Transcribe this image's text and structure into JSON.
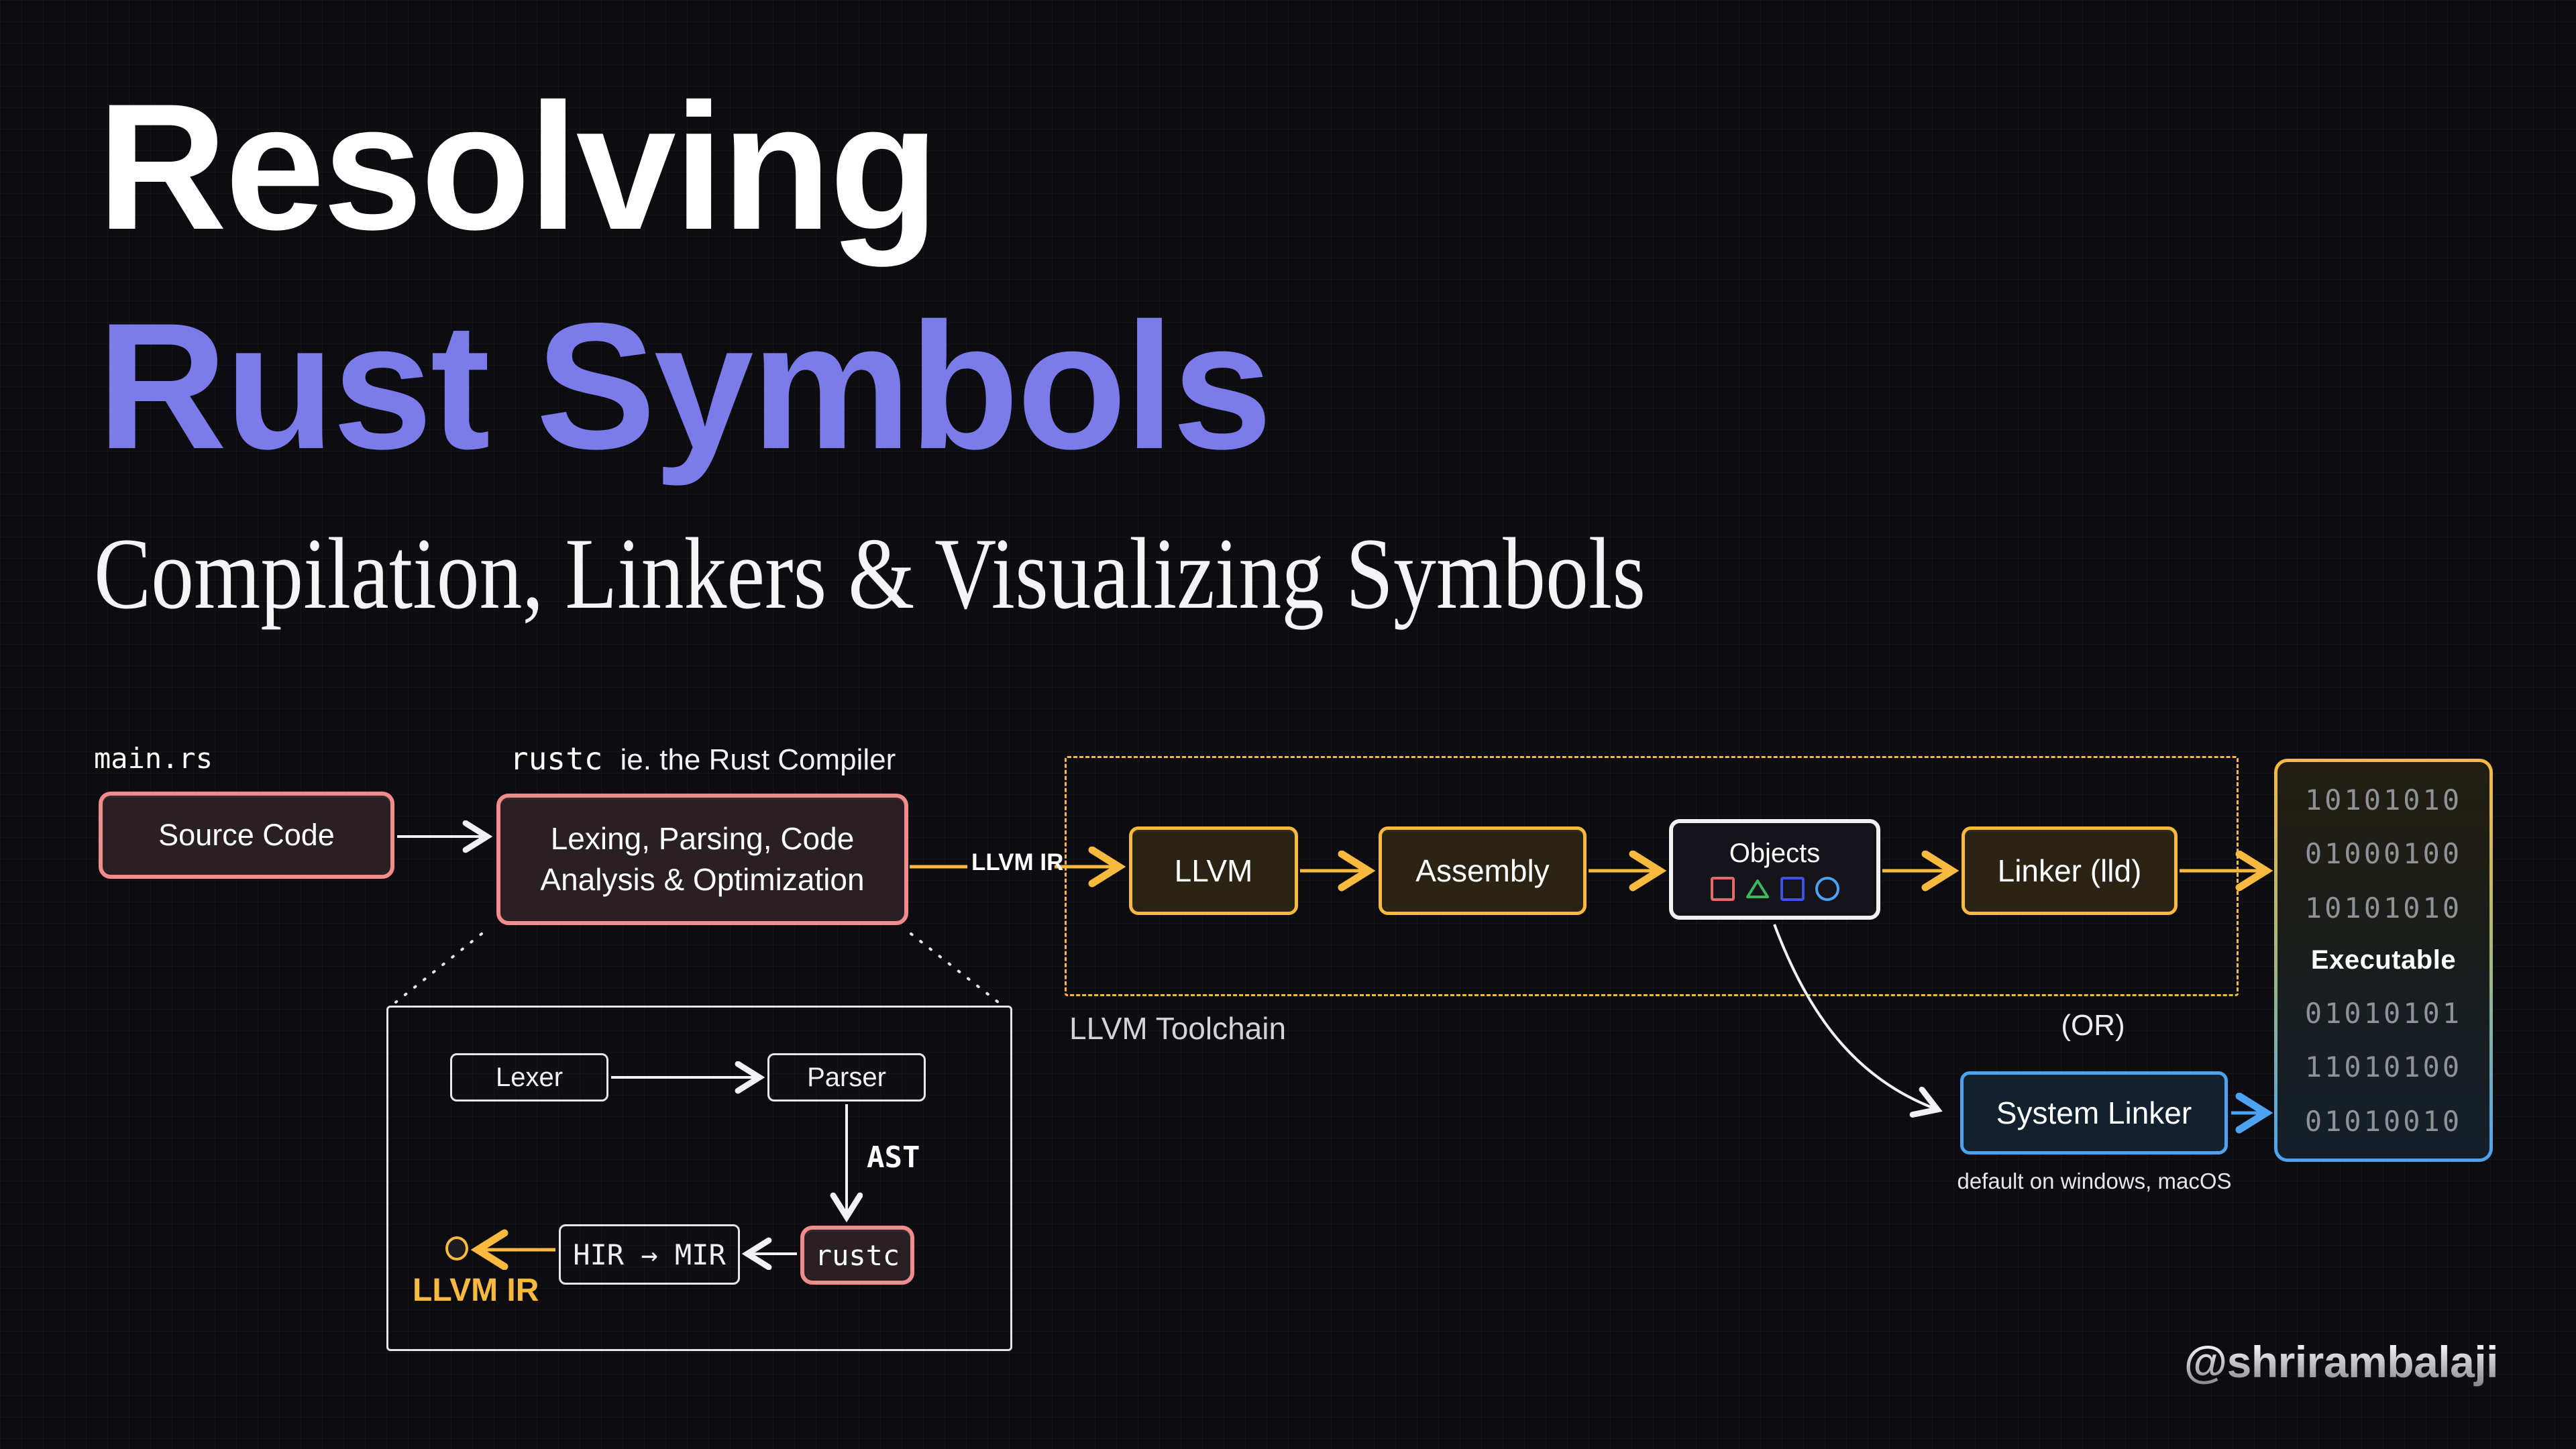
{
  "slide": {
    "title_line1": "Resolving",
    "title_line2": "Rust Symbols",
    "subtitle": "Compilation, Linkers & Visualizing Symbols",
    "handle": "@shrirambalaji"
  },
  "labels": {
    "main_rs": "main.rs",
    "rustc_mono": "rustc",
    "rustc_rest": "ie. the Rust Compiler",
    "llvm_ir_edge": "LLVM IR",
    "toolchain": "LLVM Toolchain",
    "or": "(OR)",
    "system_linker_caption": "default on windows, macOS",
    "ast": "AST",
    "llvm_ir_sub": "LLVM IR"
  },
  "boxes": {
    "source_code": "Source Code",
    "rustc_line1": "Lexing, Parsing, Code",
    "rustc_line2": "Analysis & Optimization",
    "llvm": "LLVM",
    "assembly": "Assembly",
    "objects": "Objects",
    "linker_lld": "Linker (lld)",
    "system_linker": "System Linker",
    "lexer": "Lexer",
    "parser": "Parser",
    "rustc_small": "rustc",
    "hir_mir": "HIR → MIR"
  },
  "binary": {
    "lines": [
      "10101010",
      "01000100",
      "10101010",
      "Executable",
      "01010101",
      "11010100",
      "01010010"
    ]
  },
  "colors": {
    "background": "#0C0C11",
    "title_accent": "#7B7CEA",
    "pink": "#F08C8C",
    "amber": "#F7BA3E",
    "blue": "#4BA3F2",
    "binary_text": "#8F9296"
  }
}
